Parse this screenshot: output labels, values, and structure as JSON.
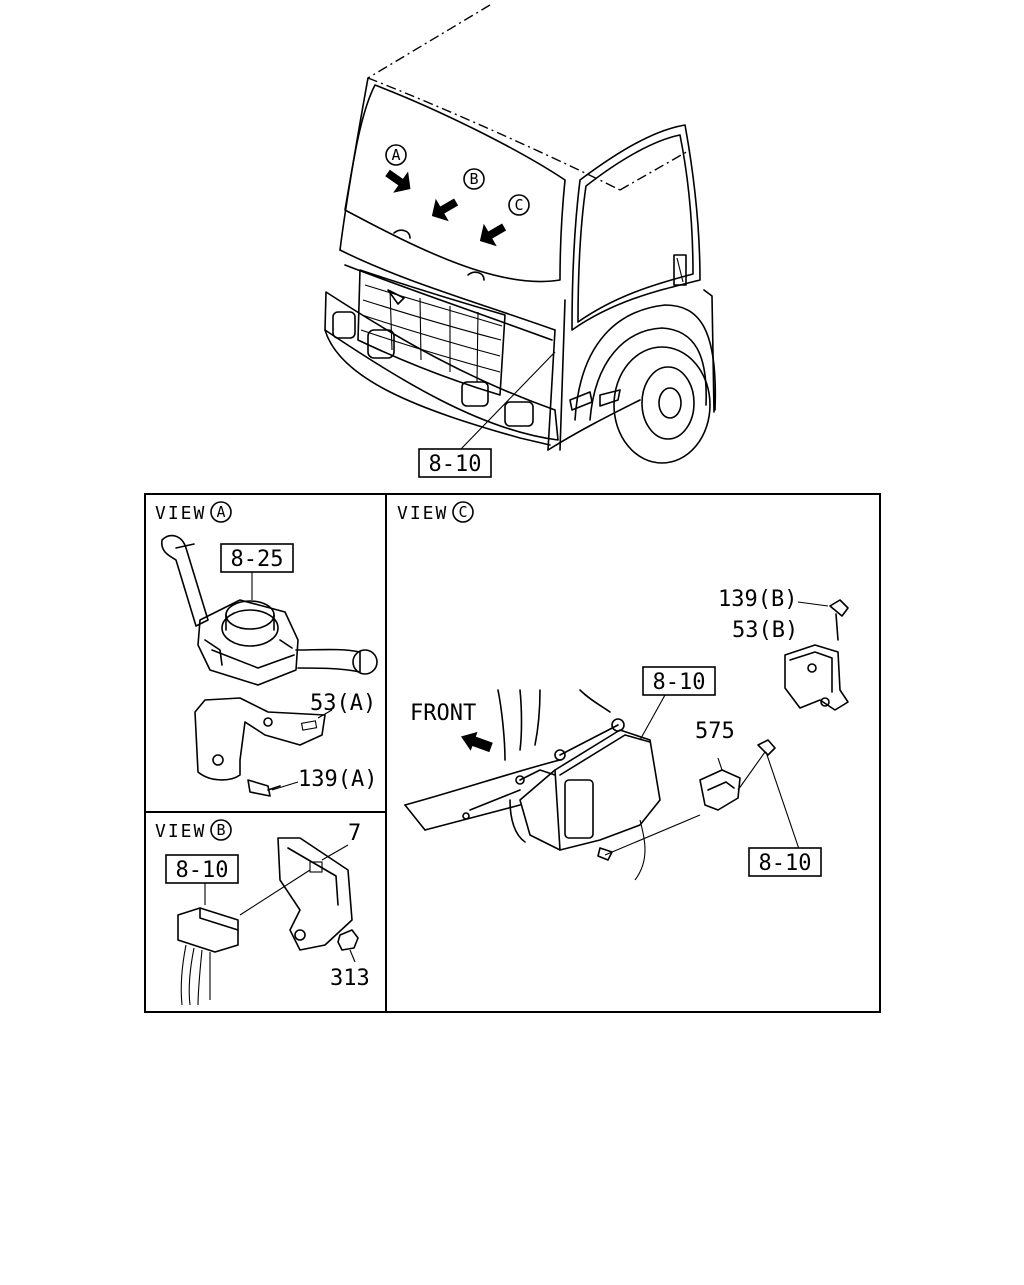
{
  "overview": {
    "markers": {
      "a": "A",
      "b": "B",
      "c": "C"
    },
    "callout": "8-10"
  },
  "view_a": {
    "title": "VIEW",
    "marker": "A",
    "ref": "8-25",
    "bracket_label": "53(A)",
    "bolt_label": "139(A)"
  },
  "view_b": {
    "title": "VIEW",
    "marker": "B",
    "ref": "8-10",
    "bracket_label": "7",
    "nut_label": "313"
  },
  "view_c": {
    "title": "VIEW",
    "marker": "C",
    "front_label": "FRONT",
    "ref_unit": "8-10",
    "bolt_label": "139(B)",
    "bracket_label": "53(B)",
    "clip_label": "575",
    "ref_lower": "8-10"
  }
}
